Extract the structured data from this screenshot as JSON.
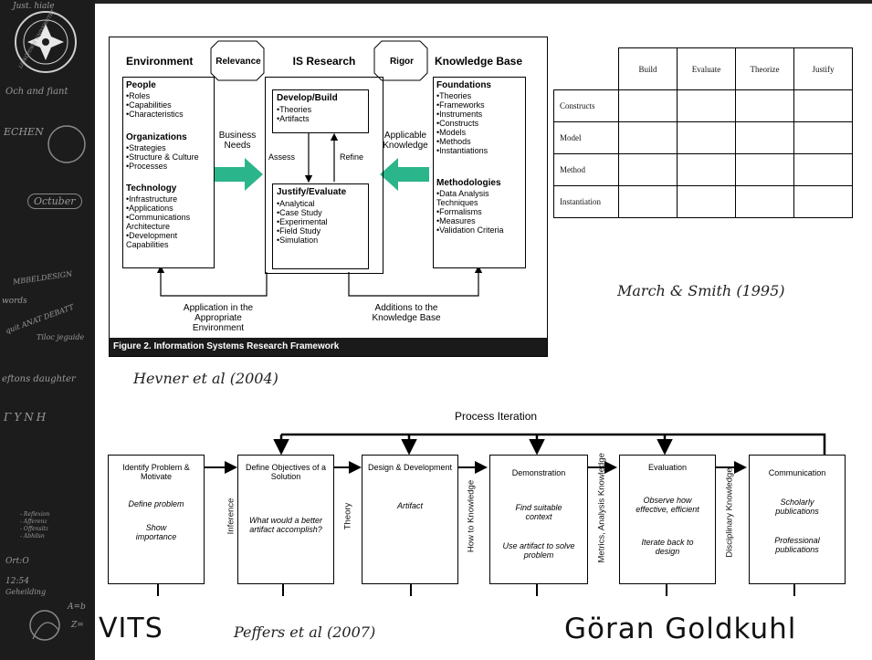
{
  "hevner": {
    "environment": "Environment",
    "relevance": "Relevance",
    "is_research": "IS Research",
    "rigor": "Rigor",
    "knowledge_base": "Knowledge Base",
    "people_title": "People",
    "people_items": [
      "•Roles",
      "•Capabilities",
      "•Characteristics"
    ],
    "org_title": "Organizations",
    "org_items": [
      "•Strategies",
      "•Structure & Culture",
      "•Processes"
    ],
    "tech_title": "Technology",
    "tech_items": [
      "•Infrastructure",
      "•Applications",
      "•Communications",
      "Architecture",
      "•Development",
      "Capabilities"
    ],
    "business_needs": "Business Needs",
    "develop_title": "Develop/Build",
    "develop_items": [
      "•Theories",
      "•Artifacts"
    ],
    "assess": "Assess",
    "refine": "Refine",
    "justify_title": "Justify/Evaluate",
    "justify_items": [
      "•Analytical",
      "•Case Study",
      "•Experimental",
      "•Field Study",
      "•Simulation"
    ],
    "applicable_knowledge": "Applicable Knowledge",
    "foundations_title": "Foundations",
    "foundations_items": [
      "•Theories",
      "•Frameworks",
      "•Instruments",
      "•Constructs",
      "•Models",
      "•Methods",
      "•Instantiations"
    ],
    "methodologies_title": "Methodologies",
    "methodologies_items": [
      "•Data Analysis",
      "Techniques",
      "•Formalisms",
      "•Measures",
      "•Validation Criteria"
    ],
    "application": "Application in the Appropriate Environment",
    "additions": "Additions to the Knowledge Base",
    "figure_caption": "Figure 2.  Information Systems Research Framework",
    "accent": "#2bb58a"
  },
  "hevner_citation": "Hevner et al (2004)",
  "march_smith": {
    "columns": [
      "Build",
      "Evaluate",
      "Theorize",
      "Justify"
    ],
    "rows": [
      "Constructs",
      "Model",
      "Method",
      "Instantiation"
    ]
  },
  "march_smith_citation": "March & Smith (1995)",
  "peffers": {
    "process_iteration": "Process Iteration",
    "step1_title": "Identify Problem & Motivate",
    "step1_body": "Define problem",
    "step1_body2": "Show importance",
    "inference": "Inference",
    "step2_title": "Define Objectives of a Solution",
    "step2_body": "What would a better artifact accomplish?",
    "theory": "Theory",
    "step3_title": "Design & Development",
    "step3_body": "Artifact",
    "how_to_knowledge": "How to Knowledge",
    "step4_title": "Demonstration",
    "step4_body": "Find suitable context",
    "step4_body2": "Use artifact to solve problem",
    "metrics": "Metrics, Analysis Knowledge",
    "step5_title": "Evaluation",
    "step5_body": "Observe how effective, efficient",
    "step5_body2": "Iterate back to design",
    "disciplinary": "Disciplinary Knowledge",
    "step6_title": "Communication",
    "step6_body": "Scholarly publications",
    "step6_body2": "Professional publications"
  },
  "peffers_citation": "Peffers et al (2007)",
  "footer": {
    "vits": "VITS",
    "author": "Göran Goldkuhl"
  },
  "chalk_texts": [
    "Just. hiale",
    "LINKÖPINGS UNIVERSITET",
    "Och and fiant",
    "ECHEN",
    "Octuber",
    "MBBELDESIGN",
    "words",
    "quit ANAT DEBATT",
    "Tiloc jeguide",
    "eftons daughter",
    "ΓΥΝΗ",
    "- Reflexion",
    "- Afferenz",
    "- Offensitz",
    "- Abhilsn",
    "Ort:O",
    "12:54",
    "Geheilding",
    "A=b",
    "Z="
  ]
}
